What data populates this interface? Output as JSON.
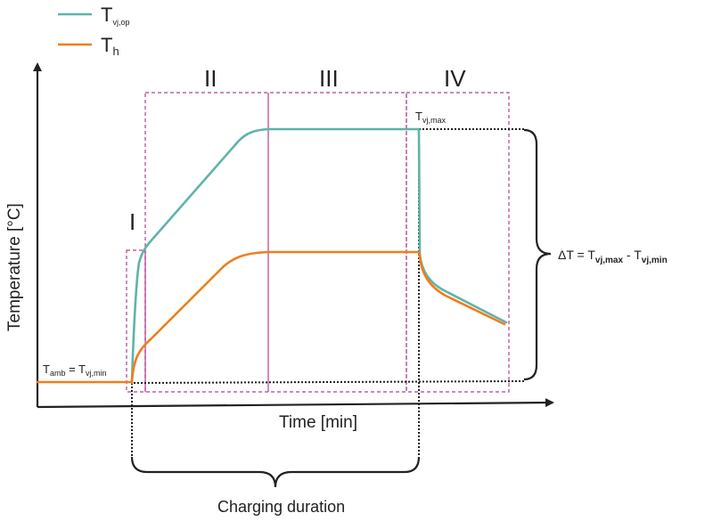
{
  "legend": {
    "items": [
      {
        "main": "T",
        "sub": "vj,op",
        "color": "#5fb3a8"
      },
      {
        "main": "T",
        "sub": "h",
        "color": "#f07d1e"
      }
    ]
  },
  "axes": {
    "x_label": "Time [min]",
    "y_label": "Temperature [°C]"
  },
  "phases": [
    "I",
    "II",
    "III",
    "IV"
  ],
  "annotations": {
    "t_amb": {
      "a": "T",
      "a_sub": "amb",
      "eq": " = T",
      "b_sub": "vj,min"
    },
    "t_max": {
      "a": "T",
      "a_sub": "vj,max"
    },
    "delta": {
      "a": "ΔT = T",
      "a_sub": "vj,max",
      "mid": " - T",
      "b_sub": "vj,min"
    },
    "charging": "Charging duration"
  },
  "colors": {
    "t_vj_op": "#5fb3a8",
    "t_h": "#f07d1e",
    "phase_box": "#b0408f",
    "axis": "#222222"
  }
}
